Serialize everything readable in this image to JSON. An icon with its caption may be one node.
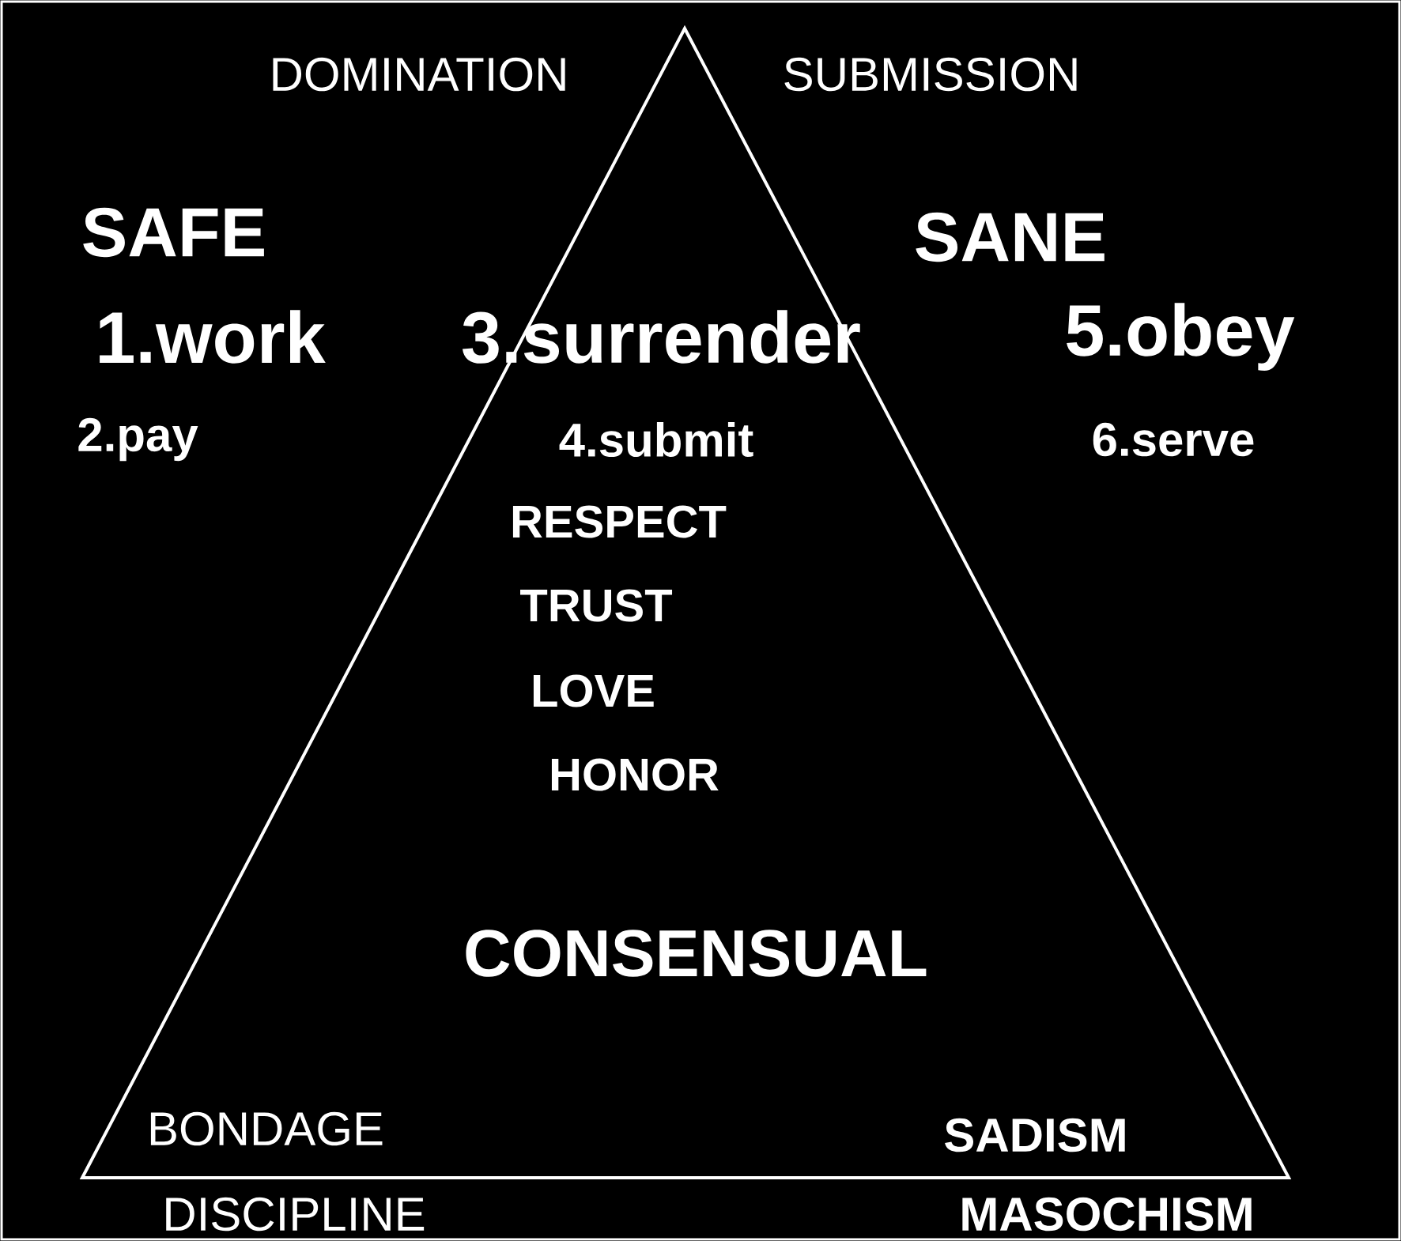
{
  "diagram": {
    "labels": [
      "DOMINATION",
      "SUBMISSION",
      "SAFE",
      "SANE",
      "1.work",
      "3.surrender",
      "5.obey",
      "2.pay",
      "4.submit",
      "6.serve",
      "RESPECT",
      "TRUST",
      "LOVE",
      "HONOR",
      "CONSENSUAL",
      "BONDAGE",
      "SADISM",
      "DISCIPLINE",
      "MASOCHISM"
    ]
  }
}
